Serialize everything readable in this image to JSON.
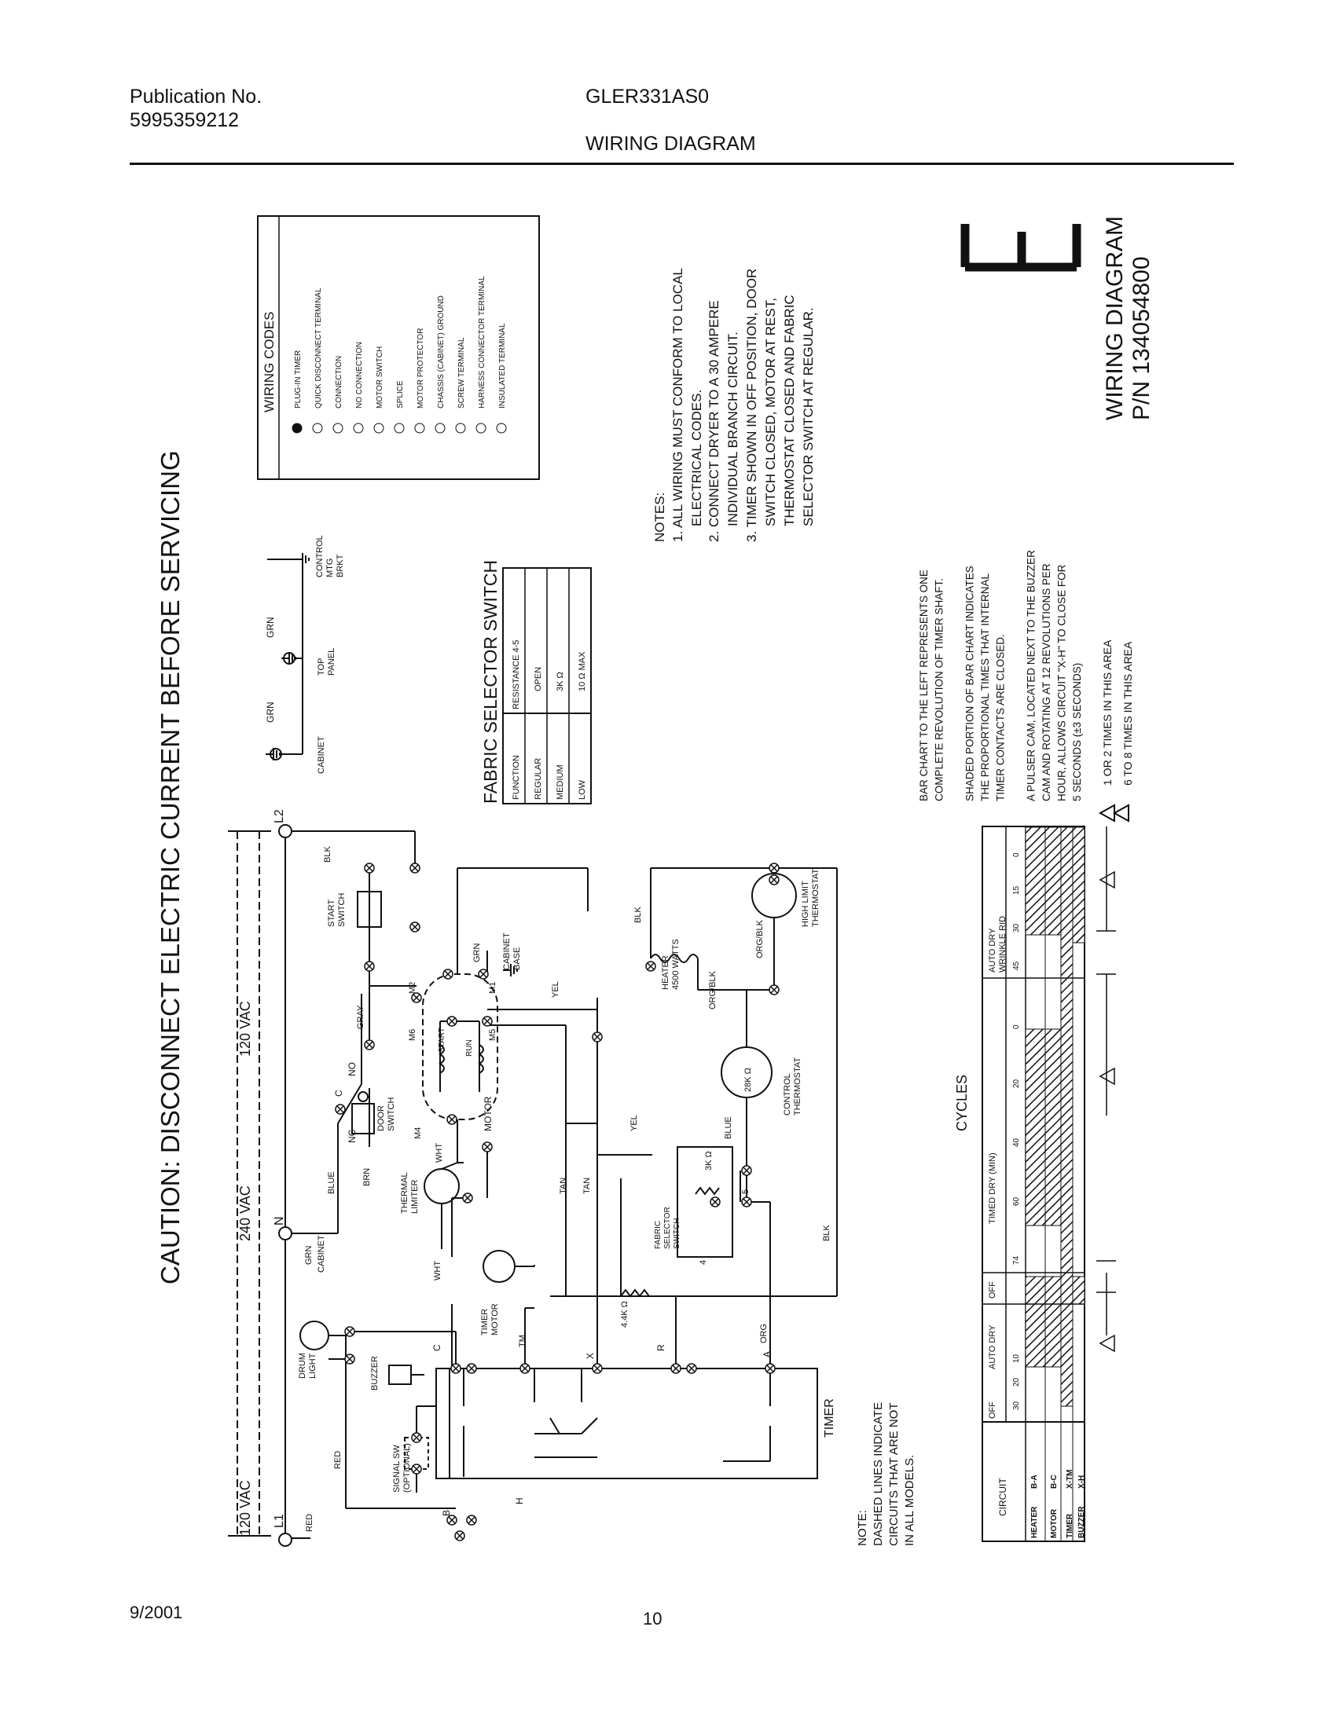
{
  "header": {
    "pub_label": "Publication No.",
    "pub_number": "5995359212",
    "model": "GLER331AS0",
    "title": "WIRING DIAGRAM"
  },
  "footer": {
    "date": "9/2001",
    "page": "10"
  },
  "caution": "CAUTION: DISCONNECT ELECTRIC CURRENT BEFORE SERVICING",
  "wiring_codes": {
    "title": "WIRING CODES",
    "items": [
      "PLUG-IN TIMER",
      "QUICK DISCONNECT TERMINAL",
      "CONNECTION",
      "NO CONNECTION",
      "MOTOR SWITCH",
      "SPLICE",
      "MOTOR PROTECTOR",
      "CHASSIS (CABINET) GROUND",
      "SCREW TERMINAL",
      "HARNESS CONNECTOR TERMINAL",
      "INSULATED TERMINAL"
    ]
  },
  "notes": {
    "title": "NOTES:",
    "lines": [
      "1. ALL WIRING MUST CONFORM TO LOCAL",
      "ELECTRICAL CODES.",
      "2. CONNECT DRYER TO A 30 AMPERE",
      "INDIVIDUAL BRANCH CIRCUIT.",
      "3. TIMER SHOWN IN OFF POSITION, DOOR",
      "SWITCH CLOSED, MOTOR AT REST,",
      "THERMOSTAT CLOSED AND FABRIC",
      "SELECTOR SWITCH AT REGULAR."
    ]
  },
  "diagram_id": {
    "letter": "E",
    "line1": "WIRING DIAGRAM",
    "line2": "P/N 134054800"
  },
  "fabric_selector": {
    "title": "FABRIC SELECTOR SWITCH",
    "headers": [
      "FUNCTION",
      "RESISTANCE 4-5"
    ],
    "rows": [
      [
        "REGULAR",
        "OPEN"
      ],
      [
        "MEDIUM",
        "3K Ω"
      ],
      [
        "LOW",
        "10 Ω MAX"
      ]
    ]
  },
  "grounds": {
    "cabinet": "CABINET",
    "top_panel": "TOP\nPANEL",
    "control": "CONTROL\nMTG\nBRKT",
    "grn": "GRN"
  },
  "bar_chart_notes": [
    "BAR CHART TO THE LEFT REPRESENTS ONE",
    "COMPLETE REVOLUTION OF TIMER SHAFT.",
    "",
    "SHADED PORTION OF BAR CHART INDICATES",
    "THE PROPORTIONAL TIMES THAT INTERNAL",
    "TIMER CONTACTS ARE CLOSED.",
    "",
    "A PULSER CAM, LOCATED NEXT TO THE BUZZER",
    "CAM AND ROTATING AT 12 REVOLUTIONS PER",
    "HOUR, ALLOWS CIRCUIT \"X-H\" TO CLOSE FOR",
    "5 SECONDS (±3 SECONDS)"
  ],
  "legend": {
    "a": "1 OR 2 TIMES IN THIS AREA",
    "b": "6 TO 8 TIMES IN THIS AREA"
  },
  "dashed_note": [
    "NOTE:",
    "DASHED LINES INDICATE",
    "CIRCUITS THAT ARE NOT",
    "IN ALL MODELS."
  ],
  "voltages": {
    "v240": "240 VAC",
    "v120a": "120 VAC",
    "v120b": "120 VAC",
    "l1": "L1",
    "l2": "L2",
    "n": "N"
  },
  "components": {
    "drum_light": "DRUM\nLIGHT",
    "buzzer": "BUZZER",
    "signal_sw": "SIGNAL SW\n(OPTIONAL)",
    "timer_motor": "TIMER\nMOTOR",
    "thermal_limiter": "THERMAL\nLIMITER",
    "door_switch": "DOOR\nSWITCH",
    "start_switch": "START\nSWITCH",
    "motor": "MOTOR",
    "start": "START",
    "run": "RUN",
    "cabinet_base": "CABINET\nBASE",
    "heater": "HEATER\n4500 WATTS",
    "high_limit": "HIGH LIMIT\nTHERMOSTAT",
    "control_thermostat": "CONTROL\nTHERMOSTAT",
    "ctrl_res": "28K Ω",
    "fabric_switch": "FABRIC\nSELECTOR\nSWITCH",
    "fs_res": "3K Ω",
    "res_44k": "4.4K Ω",
    "timer": "TIMER",
    "cabinet": "CABINET"
  },
  "wire_labels": {
    "red": "RED",
    "blue": "BLUE",
    "brn": "BRN",
    "grn": "GRN",
    "gray": "GRAY",
    "blk": "BLK",
    "wht": "WHT",
    "tan": "TAN",
    "yel": "YEL",
    "org": "ORG",
    "orgblk": "ORG/BLK",
    "c": "C",
    "no": "NO",
    "nc": "NC",
    "m1": "M1",
    "m2": "M2",
    "m4": "M4",
    "m5": "M5",
    "m6": "M6",
    "tm": "TM",
    "x": "X",
    "r": "R",
    "a": "A",
    "b": "B",
    "h": "H",
    "t4": "4",
    "t5": "5"
  },
  "cycles": {
    "title": "CYCLES",
    "circuit_header": "CIRCUIT",
    "sections": [
      "OFF",
      "AUTO DRY",
      "OFF",
      "TIMED DRY (MIN)",
      "AUTO DRY\nWRINKLE RID"
    ],
    "auto_dry_ticks": [
      "30",
      "20",
      "10"
    ],
    "timed_ticks": [
      "74",
      "60",
      "40",
      "20",
      "0"
    ],
    "wrinkle_ticks": [
      "45",
      "30",
      "15",
      "0"
    ],
    "rows": [
      {
        "name": "HEATER",
        "code": "B-A"
      },
      {
        "name": "MOTOR",
        "code": "B-C"
      },
      {
        "name": "TIMER",
        "code": "X-TM"
      },
      {
        "name": "BUZZER",
        "code": "X-H"
      }
    ]
  }
}
